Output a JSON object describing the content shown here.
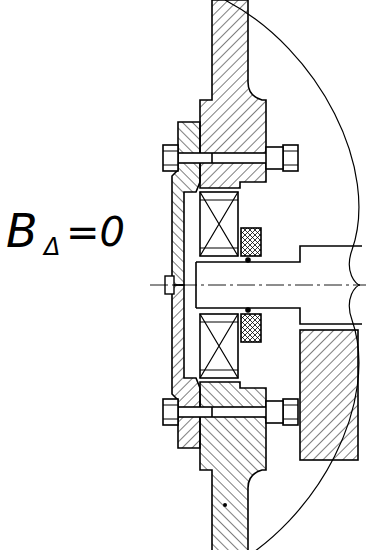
{
  "diagram": {
    "labels": [
      "B",
      "Δ",
      "=0"
    ]
  }
}
